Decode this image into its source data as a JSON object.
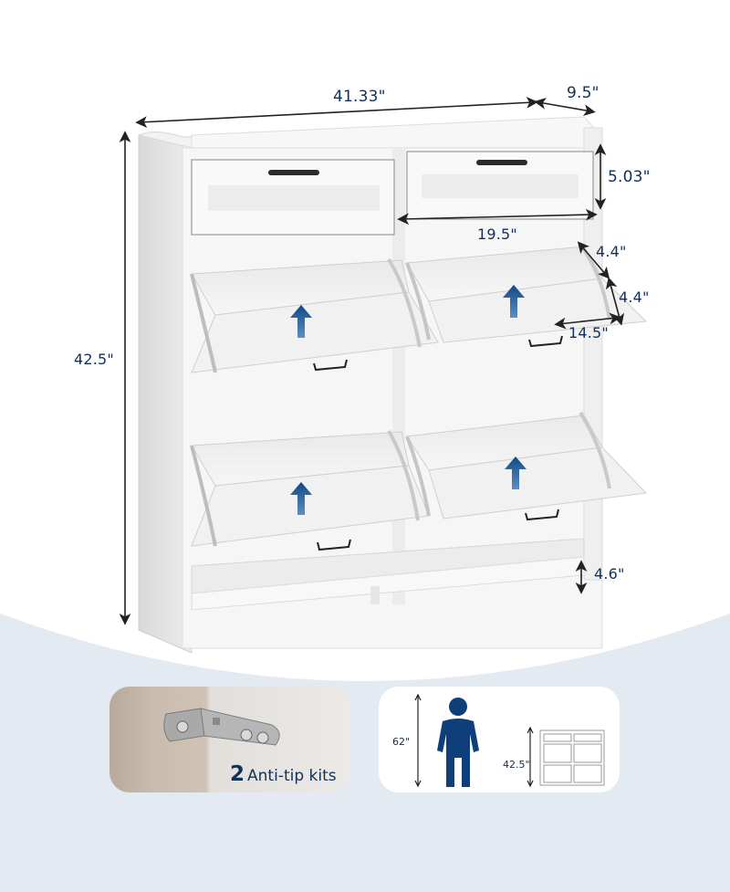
{
  "product": {
    "type": "shoe cabinet",
    "color": "white",
    "drawers": 2,
    "flip_compartments": 4
  },
  "dimensions": {
    "width": "41.33\"",
    "depth": "9.5\"",
    "height": "42.5\"",
    "drawer_height": "5.03\"",
    "compartment_width": "19.5\"",
    "flip_depth_a": "4.4\"",
    "flip_depth_b": "4.4\"",
    "flip_length": "14.5\"",
    "bottom_clearance": "4.6\""
  },
  "features": {
    "anti_tip": {
      "count": "2",
      "label": "Anti-tip kits"
    },
    "size_comparison": {
      "person_height": "62\"",
      "cabinet_height": "42.5\""
    }
  },
  "colors": {
    "label_text": "#10305a",
    "accent_blue": "#0e4a86",
    "background_band": "#e3eaf2",
    "cabinet_white": "#f4f4f4"
  }
}
